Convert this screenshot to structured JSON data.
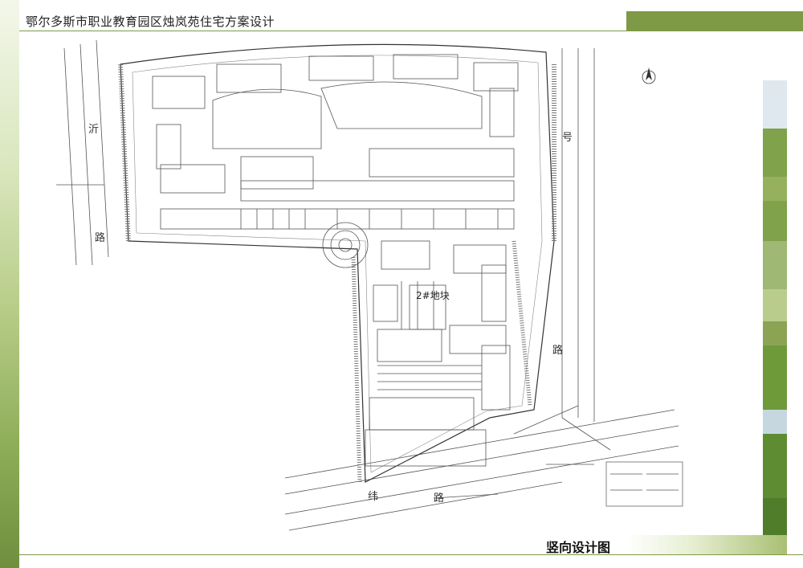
{
  "header": {
    "title": "鄂尔多斯市职业教育园区烛岚苑住宅方案设计"
  },
  "drawing": {
    "title": "竖向设计图",
    "road_labels": [
      "沂",
      "路",
      "路",
      "纬",
      "号",
      "路"
    ],
    "plot_label": "2#地块",
    "north_label": "北"
  },
  "colors": {
    "accent": "#7f9a47",
    "line": "#555555"
  }
}
